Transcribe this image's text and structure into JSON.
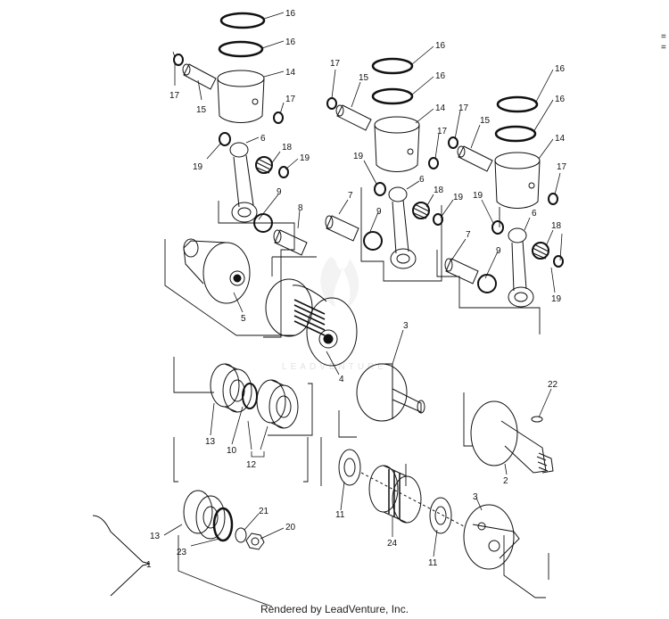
{
  "footer": "Rendered by LeadVenture, Inc.",
  "watermark": "LEADVENTURE",
  "side_marks": [
    "=",
    "="
  ],
  "callouts": {
    "c16a": "16",
    "c16b": "16",
    "c16c": "16",
    "c16d": "16",
    "c16e": "16",
    "c16f": "16",
    "c14a": "14",
    "c14b": "14",
    "c14c": "14",
    "c17a": "17",
    "c17b": "17",
    "c17c": "17",
    "c17d": "17",
    "c17e": "17",
    "c17f": "17",
    "c15a": "15",
    "c15b": "15",
    "c15c": "15",
    "c6a": "6",
    "c6b": "6",
    "c6c": "6",
    "c18a": "18",
    "c18b": "18",
    "c18c": "18",
    "c19a": "19",
    "c19b": "19",
    "c19c": "19",
    "c19d": "19",
    "c19e": "19",
    "c19f": "19",
    "c9a": "9",
    "c9b": "9",
    "c9c": "9",
    "c8": "8",
    "c7a": "7",
    "c7b": "7",
    "c5": "5",
    "c4": "4",
    "c3a": "3",
    "c3b": "3",
    "c22": "22",
    "c2": "2",
    "c13a": "13",
    "c13b": "13",
    "c10": "10",
    "c12": "12",
    "c11a": "11",
    "c11b": "11",
    "c24": "24",
    "c21": "21",
    "c20": "20",
    "c23": "23",
    "c1": "1"
  }
}
